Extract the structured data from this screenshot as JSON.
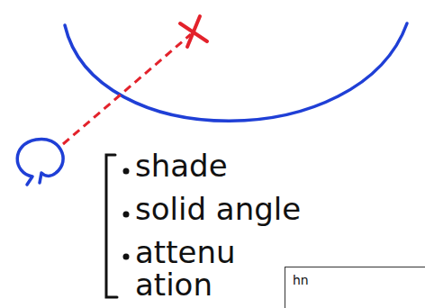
{
  "diagram": {
    "nodes": [
      {
        "text": [
          "hn"
        ]
      }
    ],
    "labels": [
      "shade",
      "solid angle",
      "attenu ation"
    ]
  }
}
